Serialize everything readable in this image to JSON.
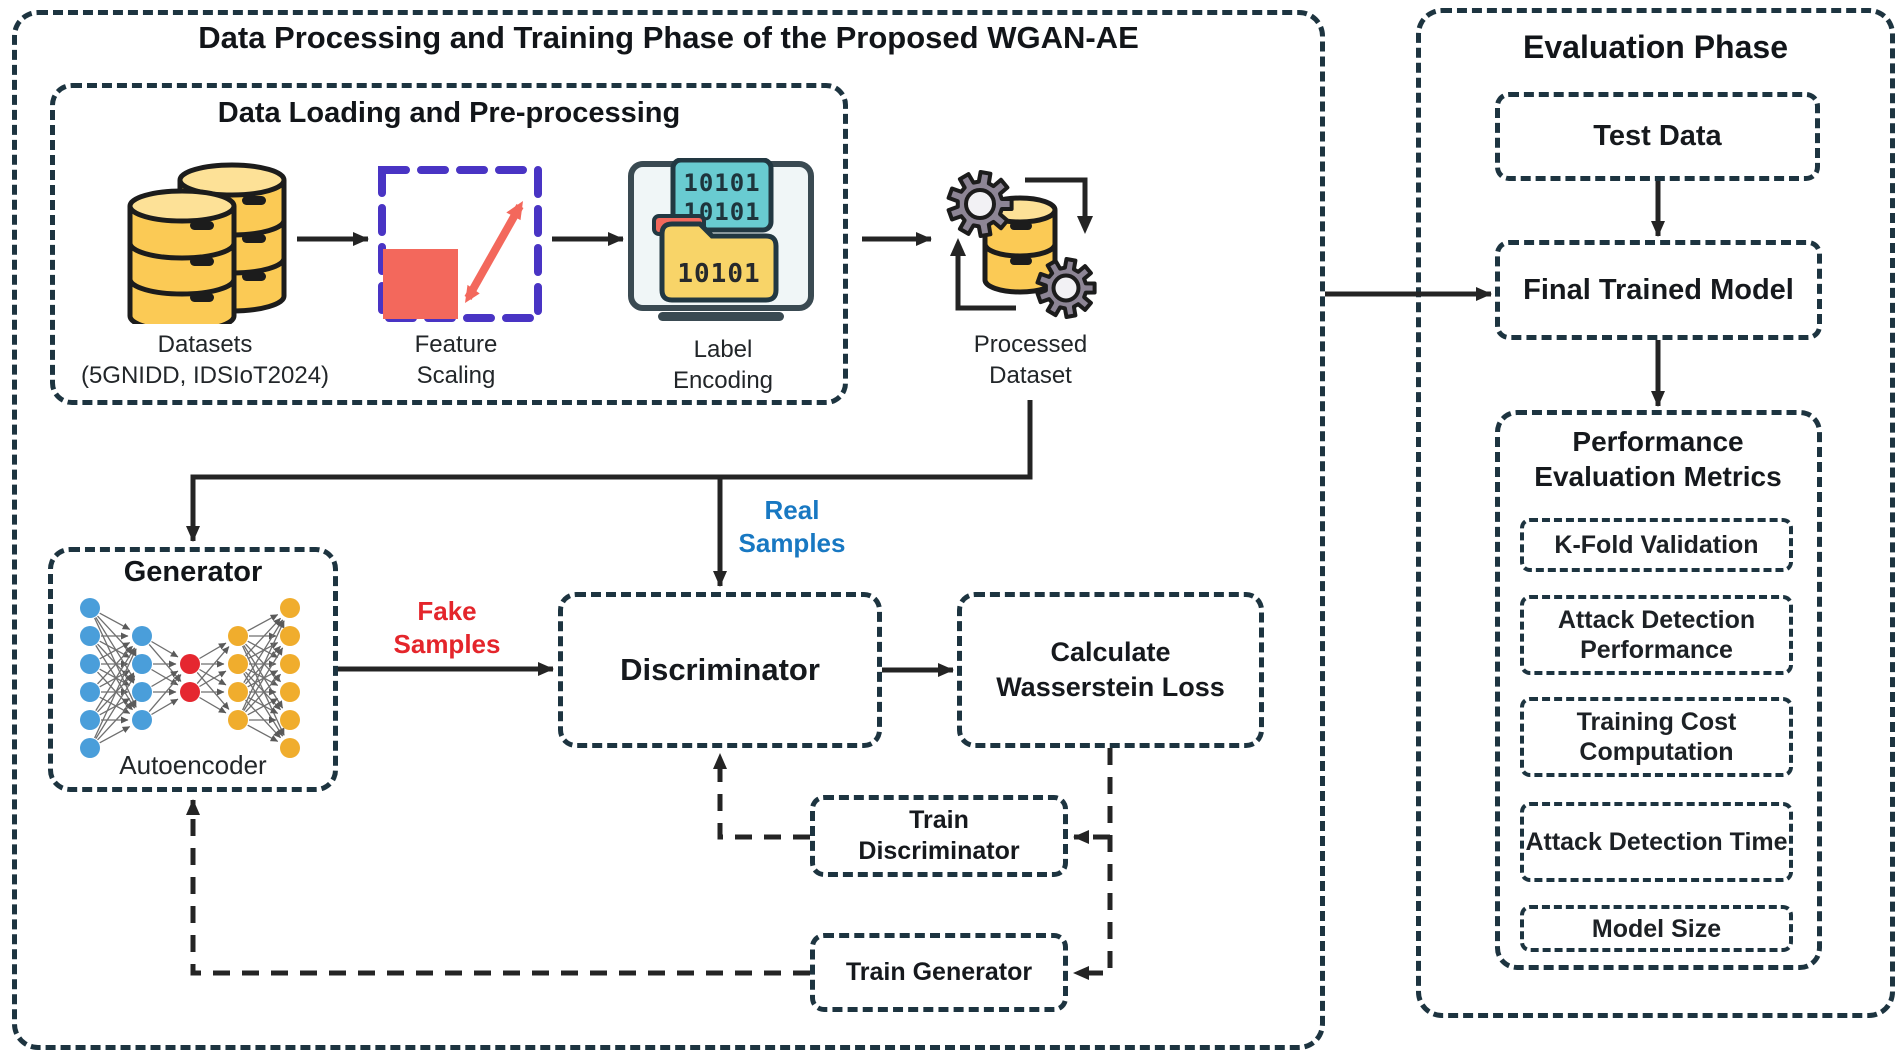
{
  "training_panel": {
    "title": "Data Processing and Training Phase of the Proposed WGAN-AE",
    "preprocessing": {
      "title": "Data Loading and Pre-processing",
      "datasets_label": "Datasets",
      "datasets_sublabel": "(5GNIDD, IDSIoT2024)",
      "feature_scaling_label": "Feature Scaling",
      "label_encoding_label": "Label Encoding",
      "binary_row": "10101"
    },
    "processed_dataset_label": "Processed Dataset",
    "generator_title": "Generator",
    "generator_subtitle": "Autoencoder",
    "network_layers": [
      {
        "count": 6,
        "color": "#4a9eda"
      },
      {
        "count": 4,
        "color": "#4a9eda"
      },
      {
        "count": 2,
        "color": "#e52730"
      },
      {
        "count": 4,
        "color": "#f0ad2d"
      },
      {
        "count": 6,
        "color": "#f0ad2d"
      }
    ],
    "discriminator_label": "Discriminator",
    "wasserstein_label": "Calculate Wasserstein Loss",
    "train_discriminator_label": "Train Discriminator",
    "train_generator_label": "Train Generator",
    "real_samples_label": "Real Samples",
    "fake_samples_label": "Fake Samples"
  },
  "evaluation_panel": {
    "title": "Evaluation Phase",
    "test_data_label": "Test Data",
    "final_model_label": "Final Trained Model",
    "metrics_title": "Performance Evaluation Metrics",
    "metrics": [
      "K-Fold Validation",
      "Attack Detection Performance",
      "Training Cost Computation",
      "Attack Detection Time",
      "Model Size"
    ]
  },
  "colors": {
    "box_dash": "#1d3440",
    "connector_black": "#242424",
    "real_samples_blue": "#1878c2",
    "fake_samples_red": "#e4252b",
    "node_blue": "#4a9eda",
    "node_red": "#e52730",
    "node_yellow": "#f0ad2d",
    "scaling_purple": "#4934c4",
    "salmon_accent": "#f3685c",
    "database_yellow": "#fbca55",
    "database_yellow_light": "#fde197",
    "folder_yellow": "#f8d468",
    "card_teal": "#69cbd1",
    "gear_gray": "#8d8595",
    "laptop_slate": "#3a4a52"
  }
}
